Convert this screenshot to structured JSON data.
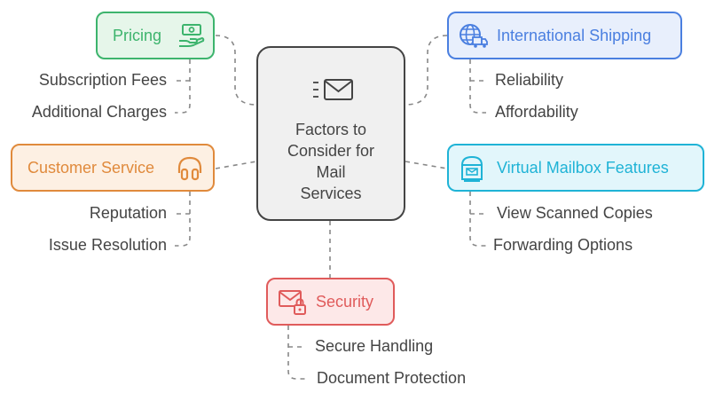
{
  "center": {
    "title_lines": [
      "Factors to",
      "Consider for",
      "Mail",
      "Services"
    ],
    "icon": "mail-icon"
  },
  "nodes": {
    "pricing": {
      "label": "Pricing",
      "icon": "cash-hand-icon",
      "color": "#3db46d",
      "fill": "#e6f6ea",
      "items": [
        "Subscription Fees",
        "Additional Charges"
      ]
    },
    "customer_service": {
      "label": "Customer Service",
      "icon": "headphones-icon",
      "color": "#e08a3c",
      "fill": "#fdf0e3",
      "items": [
        "Reputation",
        "Issue Resolution"
      ]
    },
    "international_shipping": {
      "label": "International Shipping",
      "icon": "globe-truck-icon",
      "color": "#4a7fe0",
      "fill": "#e8effc",
      "items": [
        "Reliability",
        "Affordability"
      ]
    },
    "virtual_mailbox": {
      "label": "Virtual Mailbox Features",
      "icon": "mailbox-icon",
      "color": "#1fb3d6",
      "fill": "#e2f6fb",
      "items": [
        "View Scanned Copies",
        "Forwarding Options"
      ]
    },
    "security": {
      "label": "Security",
      "icon": "mail-lock-icon",
      "color": "#e05b5b",
      "fill": "#fde8e8",
      "items": [
        "Secure Handling",
        "Document Protection"
      ]
    }
  }
}
